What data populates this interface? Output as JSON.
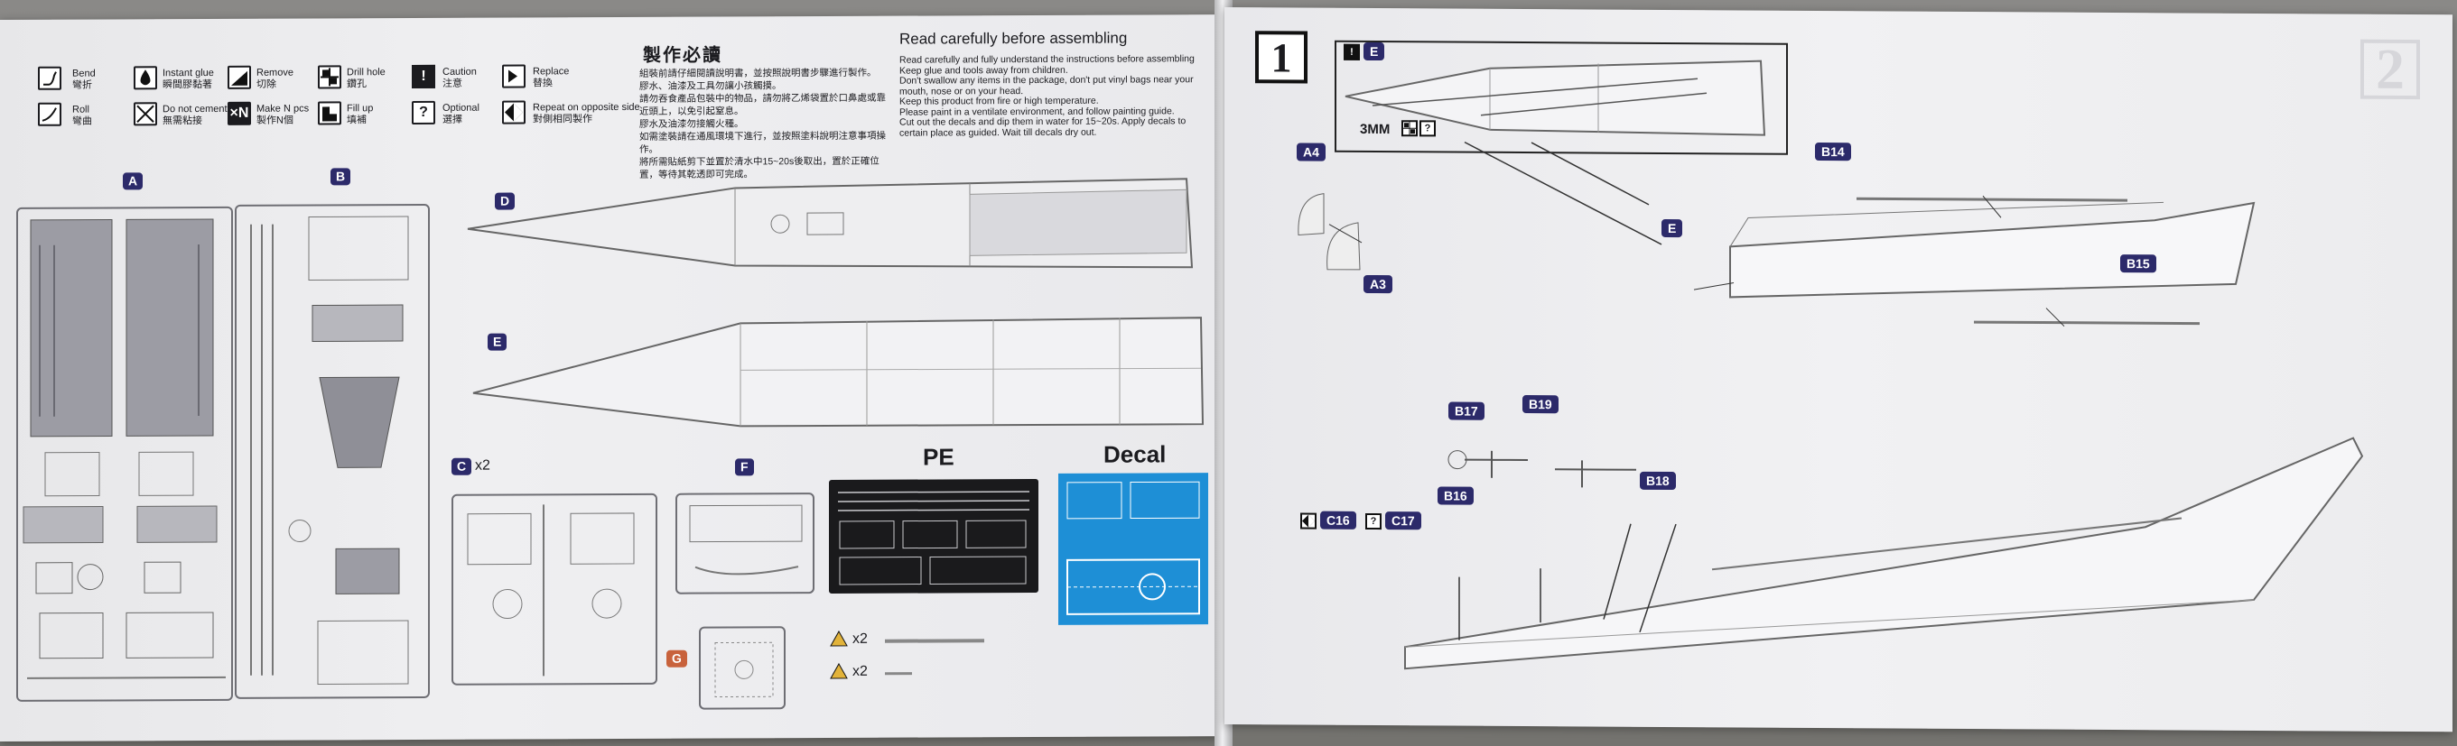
{
  "legend": {
    "bend": {
      "en": "Bend",
      "zh": "彎折",
      "icon": "bend-icon"
    },
    "roll": {
      "en": "Roll",
      "zh": "彎曲",
      "icon": "roll-icon"
    },
    "instant_glue": {
      "en": "Instant glue",
      "zh": "瞬間膠黏著",
      "icon": "glue-drop-icon"
    },
    "do_not_cement": {
      "en": "Do not cement",
      "zh": "無需粘接",
      "icon": "no-cement-icon"
    },
    "remove": {
      "en": "Remove",
      "zh": "切除",
      "icon": "remove-icon"
    },
    "make_n": {
      "en": "Make N pcs",
      "zh": "製作N個",
      "symbol": "×N",
      "icon": "make-n-icon"
    },
    "drill_hole": {
      "en": "Drill hole",
      "zh": "鑽孔",
      "icon": "drill-hole-icon"
    },
    "fill_up": {
      "en": "Fill up",
      "zh": "填補",
      "icon": "fill-up-icon"
    },
    "caution": {
      "en": "Caution",
      "zh": "注意",
      "symbol": "!",
      "icon": "caution-icon"
    },
    "optional": {
      "en": "Optional",
      "zh": "選擇",
      "symbol": "?",
      "icon": "optional-icon"
    },
    "replace": {
      "en": "Replace",
      "zh": "替換",
      "icon": "replace-icon"
    },
    "repeat": {
      "en": "Repeat on opposite side",
      "zh": "對側相同製作",
      "icon": "repeat-icon"
    }
  },
  "instructions": {
    "title_zh": "製作必讀",
    "title_en": "Read carefully before assembling",
    "zh": [
      "組裝前請仔細閱讀說明書，並按照說明書步驟進行製作。",
      "膠水、油漆及工具勿讓小孩觸摸。",
      "請勿吞食產品包裝中的物品，請勿將乙烯袋置於口鼻處或靠近頭上，以免引起窒息。",
      "膠水及油漆勿接觸火種。",
      "如需塗裝請在通風環境下進行，並按照塗料說明注意事項操作。",
      "將所需貼紙剪下並置於清水中15~20s後取出，置於正確位置，等待其乾透即可完成。"
    ],
    "en": [
      "Read carefully and fully understand the instructions before assembling",
      "Keep glue and tools away from children.",
      "Don't swallow any items in the package, don't put vinyl bags near your mouth, nose or on your head.",
      "Keep this product from fire or high temperature.",
      "Please paint in a ventilate environment, and follow painting guide.",
      "Cut out the decals and dip them in water for 15~20s. Apply decals to certain place as guided. Wait till decals dry out."
    ]
  },
  "sprues": {
    "A": "A",
    "B": "B",
    "C": "C",
    "C_qty": "x2",
    "D": "D",
    "E": "E",
    "F": "F",
    "G": "G",
    "pe_label": "PE",
    "decal_label": "Decal",
    "rod1_qty": "x2",
    "rod2_qty": "x2"
  },
  "step": {
    "number": "1",
    "ghost_number": "2",
    "inset_part": "E",
    "inset_note": "3MM",
    "callouts": {
      "a4": "A4",
      "a3": "A3",
      "e": "E",
      "b14": "B14",
      "b15": "B15",
      "b16": "B16",
      "b17": "B17",
      "b18": "B18",
      "b19": "B19",
      "c16": "C16",
      "c17": "C17"
    }
  },
  "colors": {
    "badge": "#2c2a6a",
    "badge_g": "#c8623c",
    "decal_bg": "#1e8fd6",
    "pe_bg": "#1a1a1c"
  }
}
